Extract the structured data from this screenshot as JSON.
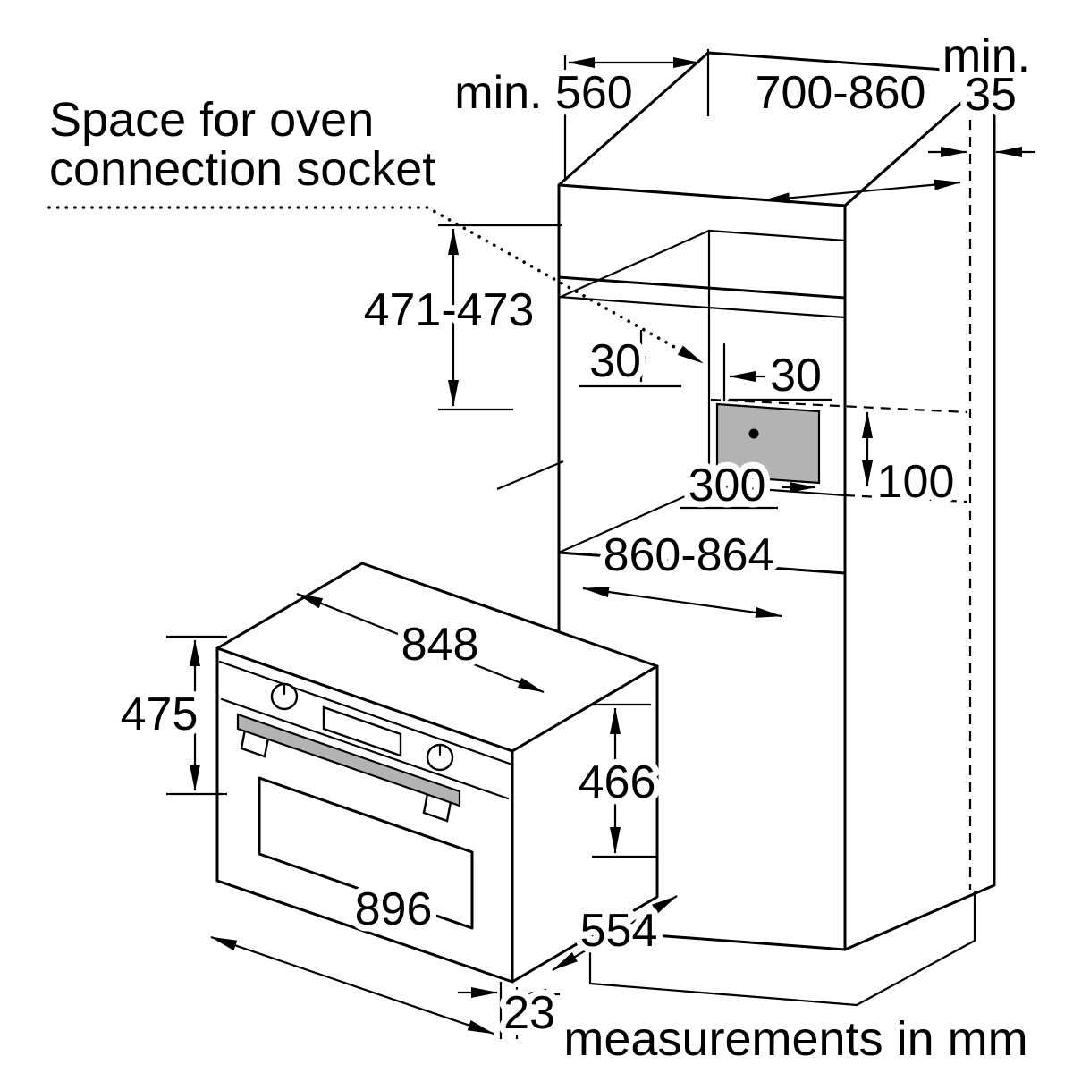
{
  "callout": {
    "line1": "Space for oven",
    "line2": "connection socket"
  },
  "footer": "measurements in mm",
  "dims": {
    "cabinet_depth": "min. 560",
    "top_clearance": "700-860",
    "wall_gap_label": "min.",
    "wall_gap_value": "35",
    "socket_height_range": "471-473",
    "offset_left": "30",
    "offset_right": "30",
    "zone_width": "300",
    "zone_height": "100",
    "niche_width": "860-864",
    "oven_inner_width": "848",
    "oven_height": "475",
    "oven_inner_height": "466",
    "oven_width": "896",
    "oven_depth": "554",
    "door_overhang": "23"
  },
  "colors": {
    "line": "#000000",
    "background": "#ffffff",
    "socket_fill": "#b3b3b3",
    "handle_fill": "#b3b3b3"
  }
}
